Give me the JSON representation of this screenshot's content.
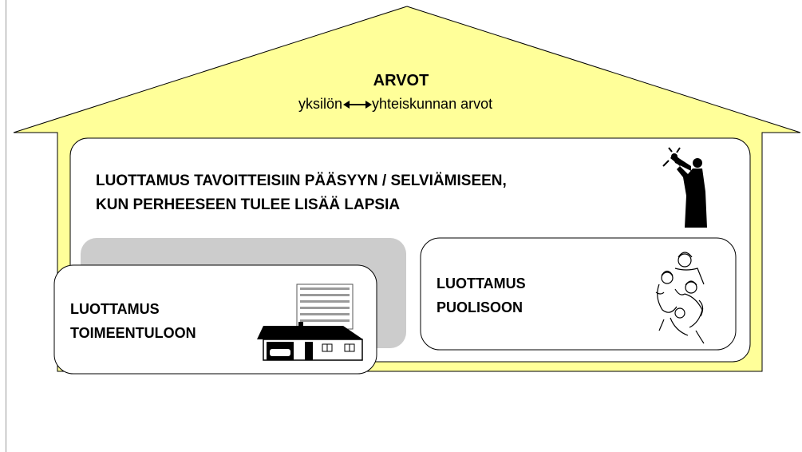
{
  "roof": {
    "title": "ARVOT",
    "subtitle_left": "yksilön",
    "subtitle_right": "yhteiskunnan arvot",
    "arrow_icon": "double-arrow-icon"
  },
  "goal_box": {
    "line1": "LUOTTAMUS TAVOITTEISIIN PÄÄSYYN / SELVIÄMISEEN,",
    "line2": "KUN PERHEESEEN TULEE LISÄÄ LAPSIA",
    "icon": "parent-with-child-icon"
  },
  "livelihood_box": {
    "line1": "LUOTTAMUS",
    "line2": "TOIMEENTULOON",
    "icon": "house-and-building-icon"
  },
  "spouse_box": {
    "line1": "LUOTTAMUS",
    "line2": "PUOLISOON",
    "icon": "family-sketch-icon"
  },
  "colors": {
    "house_fill": "#ffff99",
    "box_fill": "#ffffff",
    "shadow_fill": "#cccccc",
    "outline": "#000000"
  }
}
